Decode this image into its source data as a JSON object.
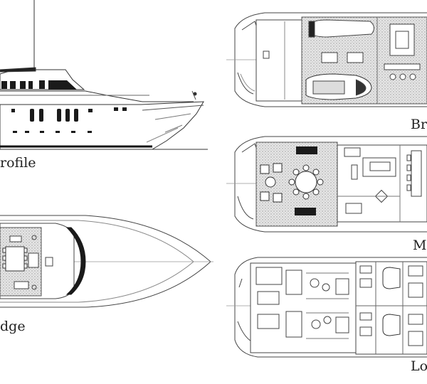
{
  "labels": {
    "profile": "rofile",
    "sun_deck": "dge",
    "bridge_deck": "Bri",
    "main_deck": "M",
    "lower_deck": "Lo"
  },
  "colors": {
    "ink": "#222222",
    "line": "#555555",
    "hatch": "#cfcfcf",
    "dark": "#1a1a1a",
    "paper": "#ffffff"
  }
}
